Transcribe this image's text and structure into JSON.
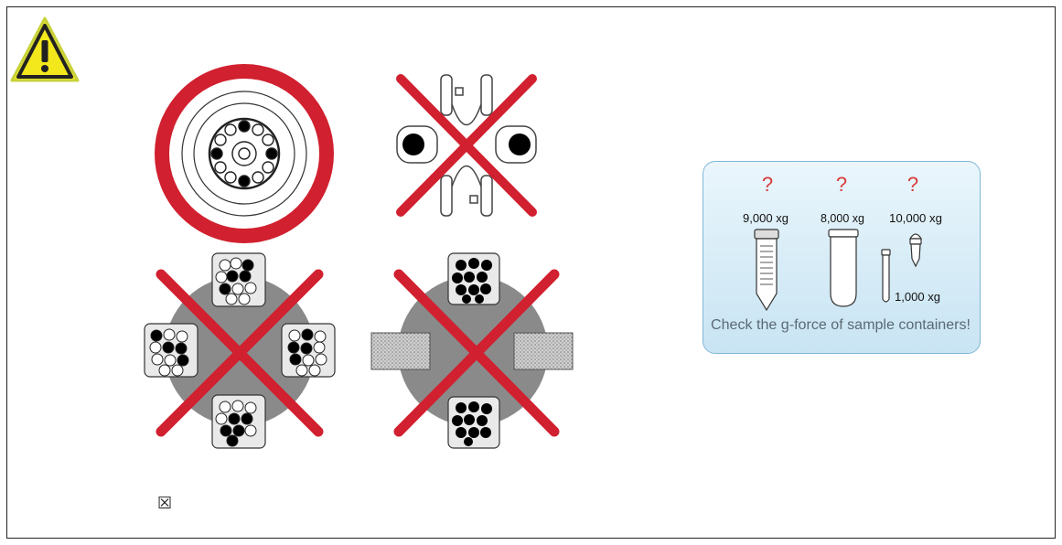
{
  "info_box": {
    "question_mark": "?",
    "force_50ml": "9,000 xg",
    "force_round_tube": "8,000 xg",
    "force_micro_tube": "10,000 xg",
    "force_thin_tube": "1,000 xg",
    "caption": "Check the g-force of sample containers!"
  },
  "checkbox_glyph": "☒",
  "colors": {
    "warning_yellow": "#f3e81c",
    "prohibit_red": "#d1202f",
    "rotor_gray": "#8a8a8a",
    "question_red": "#d83a3a",
    "info_border": "#7fb8d6"
  },
  "icons": {
    "warning": "warning-triangle-icon",
    "checkbox": "checkbox-icon"
  }
}
